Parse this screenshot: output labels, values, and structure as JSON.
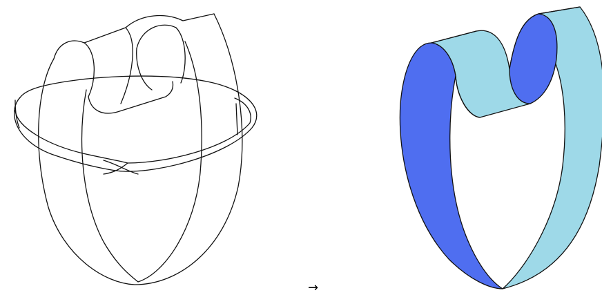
{
  "arrow": {
    "text": "→"
  },
  "colors": {
    "background": "#ffffff",
    "outline": "#111111",
    "dark_face": "#4f6ef0",
    "light_face": "#9ed9e8"
  },
  "panels": [
    {
      "id": "left",
      "style": "line drawing"
    },
    {
      "id": "right",
      "style": "shaded ribbon"
    }
  ]
}
